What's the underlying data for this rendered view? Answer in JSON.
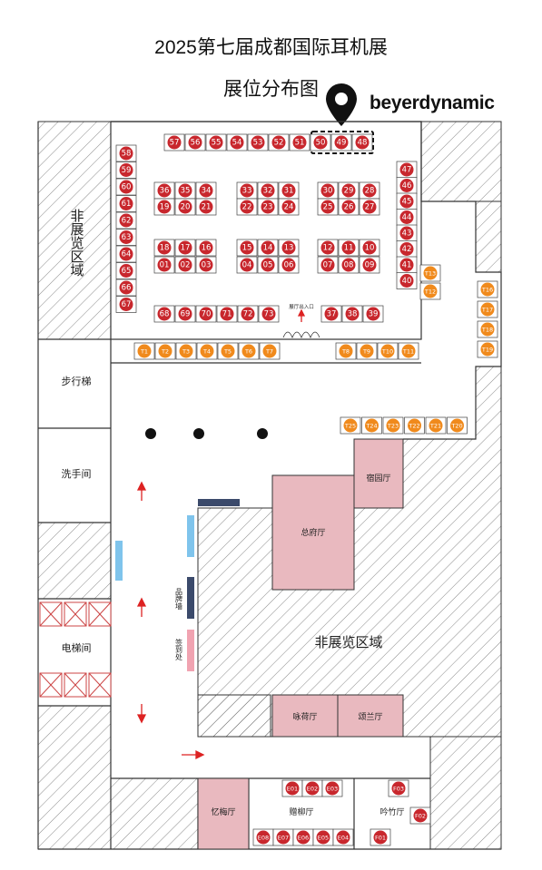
{
  "title": "2025第七届成都国际耳机展",
  "subtitle": "展位分布图",
  "brand": "beyerdynamic",
  "colors": {
    "booth_red": "#c8272d",
    "booth_orange": "#f08a1c",
    "room_pink": "#e9b9bf",
    "brand_wall": "#3b4a6b",
    "sign_in": "#f1a3b1",
    "blue_wall": "#7fc4ec",
    "arrow": "#d22"
  },
  "labels": {
    "non_exhibit_left": "非展览区域",
    "non_exhibit_main": "非展览区域",
    "stairs": "步行梯",
    "restroom": "洗手间",
    "elevator": "电梯间",
    "hall_entrance": "展厅出入口",
    "brand_wall": "品牌墙",
    "sign_in": "签到处",
    "rooms": {
      "zongfu": "总府厅",
      "yuyuan": "宿园厅",
      "yongge": "咏荷厅",
      "yonglan": "颂兰厅",
      "yimei": "忆梅厅",
      "zengliu": "赠柳厅",
      "yinzhu": "吟竹厅"
    }
  },
  "booths": {
    "top_row": [
      "57",
      "56",
      "55",
      "54",
      "53",
      "52",
      "51",
      "50",
      "49",
      "48"
    ],
    "left_col": [
      "58",
      "59",
      "60",
      "61",
      "62",
      "63",
      "64",
      "65",
      "66",
      "67"
    ],
    "right_col": [
      "47",
      "46",
      "45",
      "44",
      "43",
      "42",
      "41",
      "40"
    ],
    "island_a_top": [
      "36",
      "35",
      "34"
    ],
    "island_a_bot": [
      "19",
      "20",
      "21"
    ],
    "island_b_top": [
      "33",
      "32",
      "31"
    ],
    "island_b_bot": [
      "22",
      "23",
      "24"
    ],
    "island_c_top": [
      "30",
      "29",
      "28"
    ],
    "island_c_bot": [
      "25",
      "26",
      "27"
    ],
    "island_d_top": [
      "18",
      "17",
      "16"
    ],
    "island_d_bot": [
      "01",
      "02",
      "03"
    ],
    "island_e_top": [
      "15",
      "14",
      "13"
    ],
    "island_e_bot": [
      "04",
      "05",
      "06"
    ],
    "island_f_top": [
      "12",
      "11",
      "10"
    ],
    "island_f_bot": [
      "07",
      "08",
      "09"
    ],
    "bottom_left": [
      "68",
      "69",
      "70",
      "71",
      "72",
      "73"
    ],
    "bottom_right": [
      "37",
      "38",
      "39"
    ],
    "t_left": [
      "T1",
      "T2",
      "T3",
      "T4",
      "T5",
      "T6",
      "T7"
    ],
    "t_right": [
      "T8",
      "T9",
      "T10",
      "T11"
    ],
    "t_mid": [
      "T13",
      "T12"
    ],
    "t_side": [
      "T16",
      "T17",
      "T18",
      "T19"
    ],
    "t_lower": [
      "T25",
      "T24",
      "T23",
      "T22",
      "T21",
      "T20"
    ],
    "f_top": [
      "F01",
      "F02",
      "F03"
    ],
    "e_top": [
      "E01",
      "E02",
      "E03"
    ],
    "e_bot": [
      "E08",
      "E07",
      "E06",
      "E05",
      "E04"
    ],
    "f_yz": [
      "F03",
      "F02",
      "F01"
    ]
  }
}
